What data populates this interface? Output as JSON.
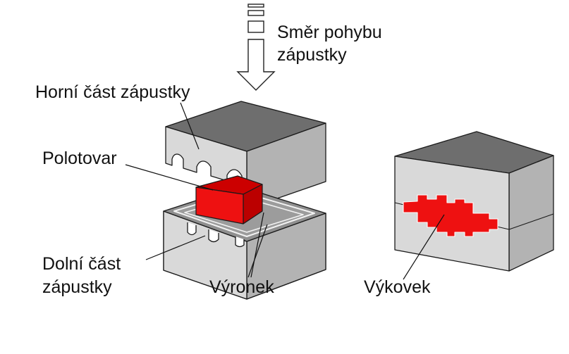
{
  "labels": {
    "direction_line1": "Směr pohybu",
    "direction_line2": "zápustky",
    "upper_die": "Horní část zápustky",
    "blank": "Polotovar",
    "lower_die_line1": "Dolní část",
    "lower_die_line2": "zápustky",
    "flash": "Výronek",
    "forging": "Výkovek"
  },
  "colors": {
    "die_front": "#d9d9d9",
    "die_top": "#6e6e6e",
    "die_side": "#b3b3b3",
    "workpiece": "#ee1111",
    "outline": "#1a1a1a"
  }
}
